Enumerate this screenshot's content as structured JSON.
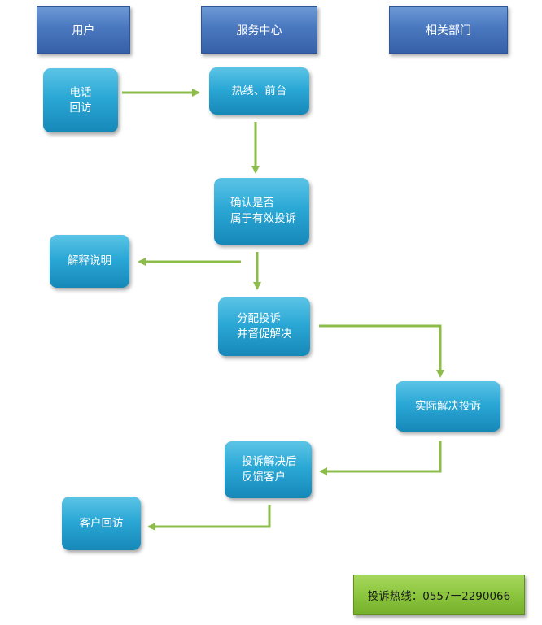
{
  "lanes": {
    "user": "用户",
    "service": "服务中心",
    "department": "相关部门"
  },
  "nodes": {
    "phone_visit": [
      "电话",
      "回访"
    ],
    "hotline_desk": [
      "热线、前台"
    ],
    "confirm": [
      "确认是否",
      "属于有效投诉"
    ],
    "explain": [
      "解释说明"
    ],
    "assign": [
      "分配投诉",
      "并督促解决"
    ],
    "resolve": [
      "实际解决投诉"
    ],
    "feedback": [
      "投诉解决后",
      "反馈客户"
    ],
    "customer_visit": [
      "客户回访"
    ]
  },
  "hotline": "投诉热线：0557一2290066",
  "colors": {
    "lane": "#4a78bf",
    "node": "#2ba8d6",
    "arrow": "#8cbd4a",
    "hotline": "#8cc63f"
  }
}
